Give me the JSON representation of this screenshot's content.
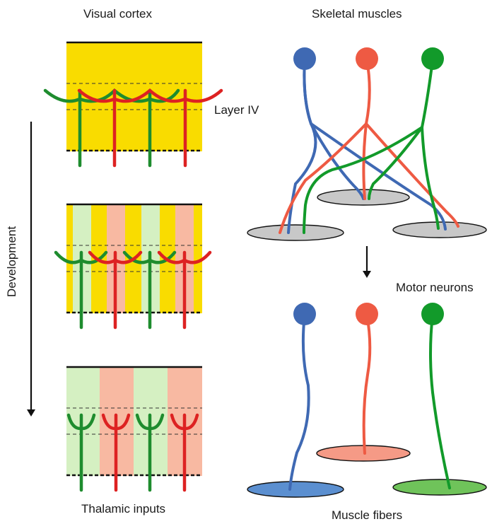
{
  "labels": {
    "visual_cortex": "Visual cortex",
    "skeletal_muscles": "Skeletal muscles",
    "layer_iv": "Layer IV",
    "development": "Development",
    "motor_neurons": "Motor neurons",
    "thalamic_inputs": "Thalamic inputs",
    "muscle_fibers": "Muscle fibers"
  },
  "colors": {
    "cortex_yellow": "#f9dc00",
    "stripe_green": "#d5f0c2",
    "stripe_red": "#f8b9a2",
    "axon_green": "#1e8c2e",
    "axon_red": "#dd2222",
    "neuron_blue": "#3f69b3",
    "neuron_red": "#ee5a43",
    "neuron_green": "#129a2a",
    "fiber_gray": "#c8c8c8",
    "fiber_blue": "#5b8fd0",
    "fiber_red": "#f59a86",
    "fiber_green": "#6fc35a"
  }
}
